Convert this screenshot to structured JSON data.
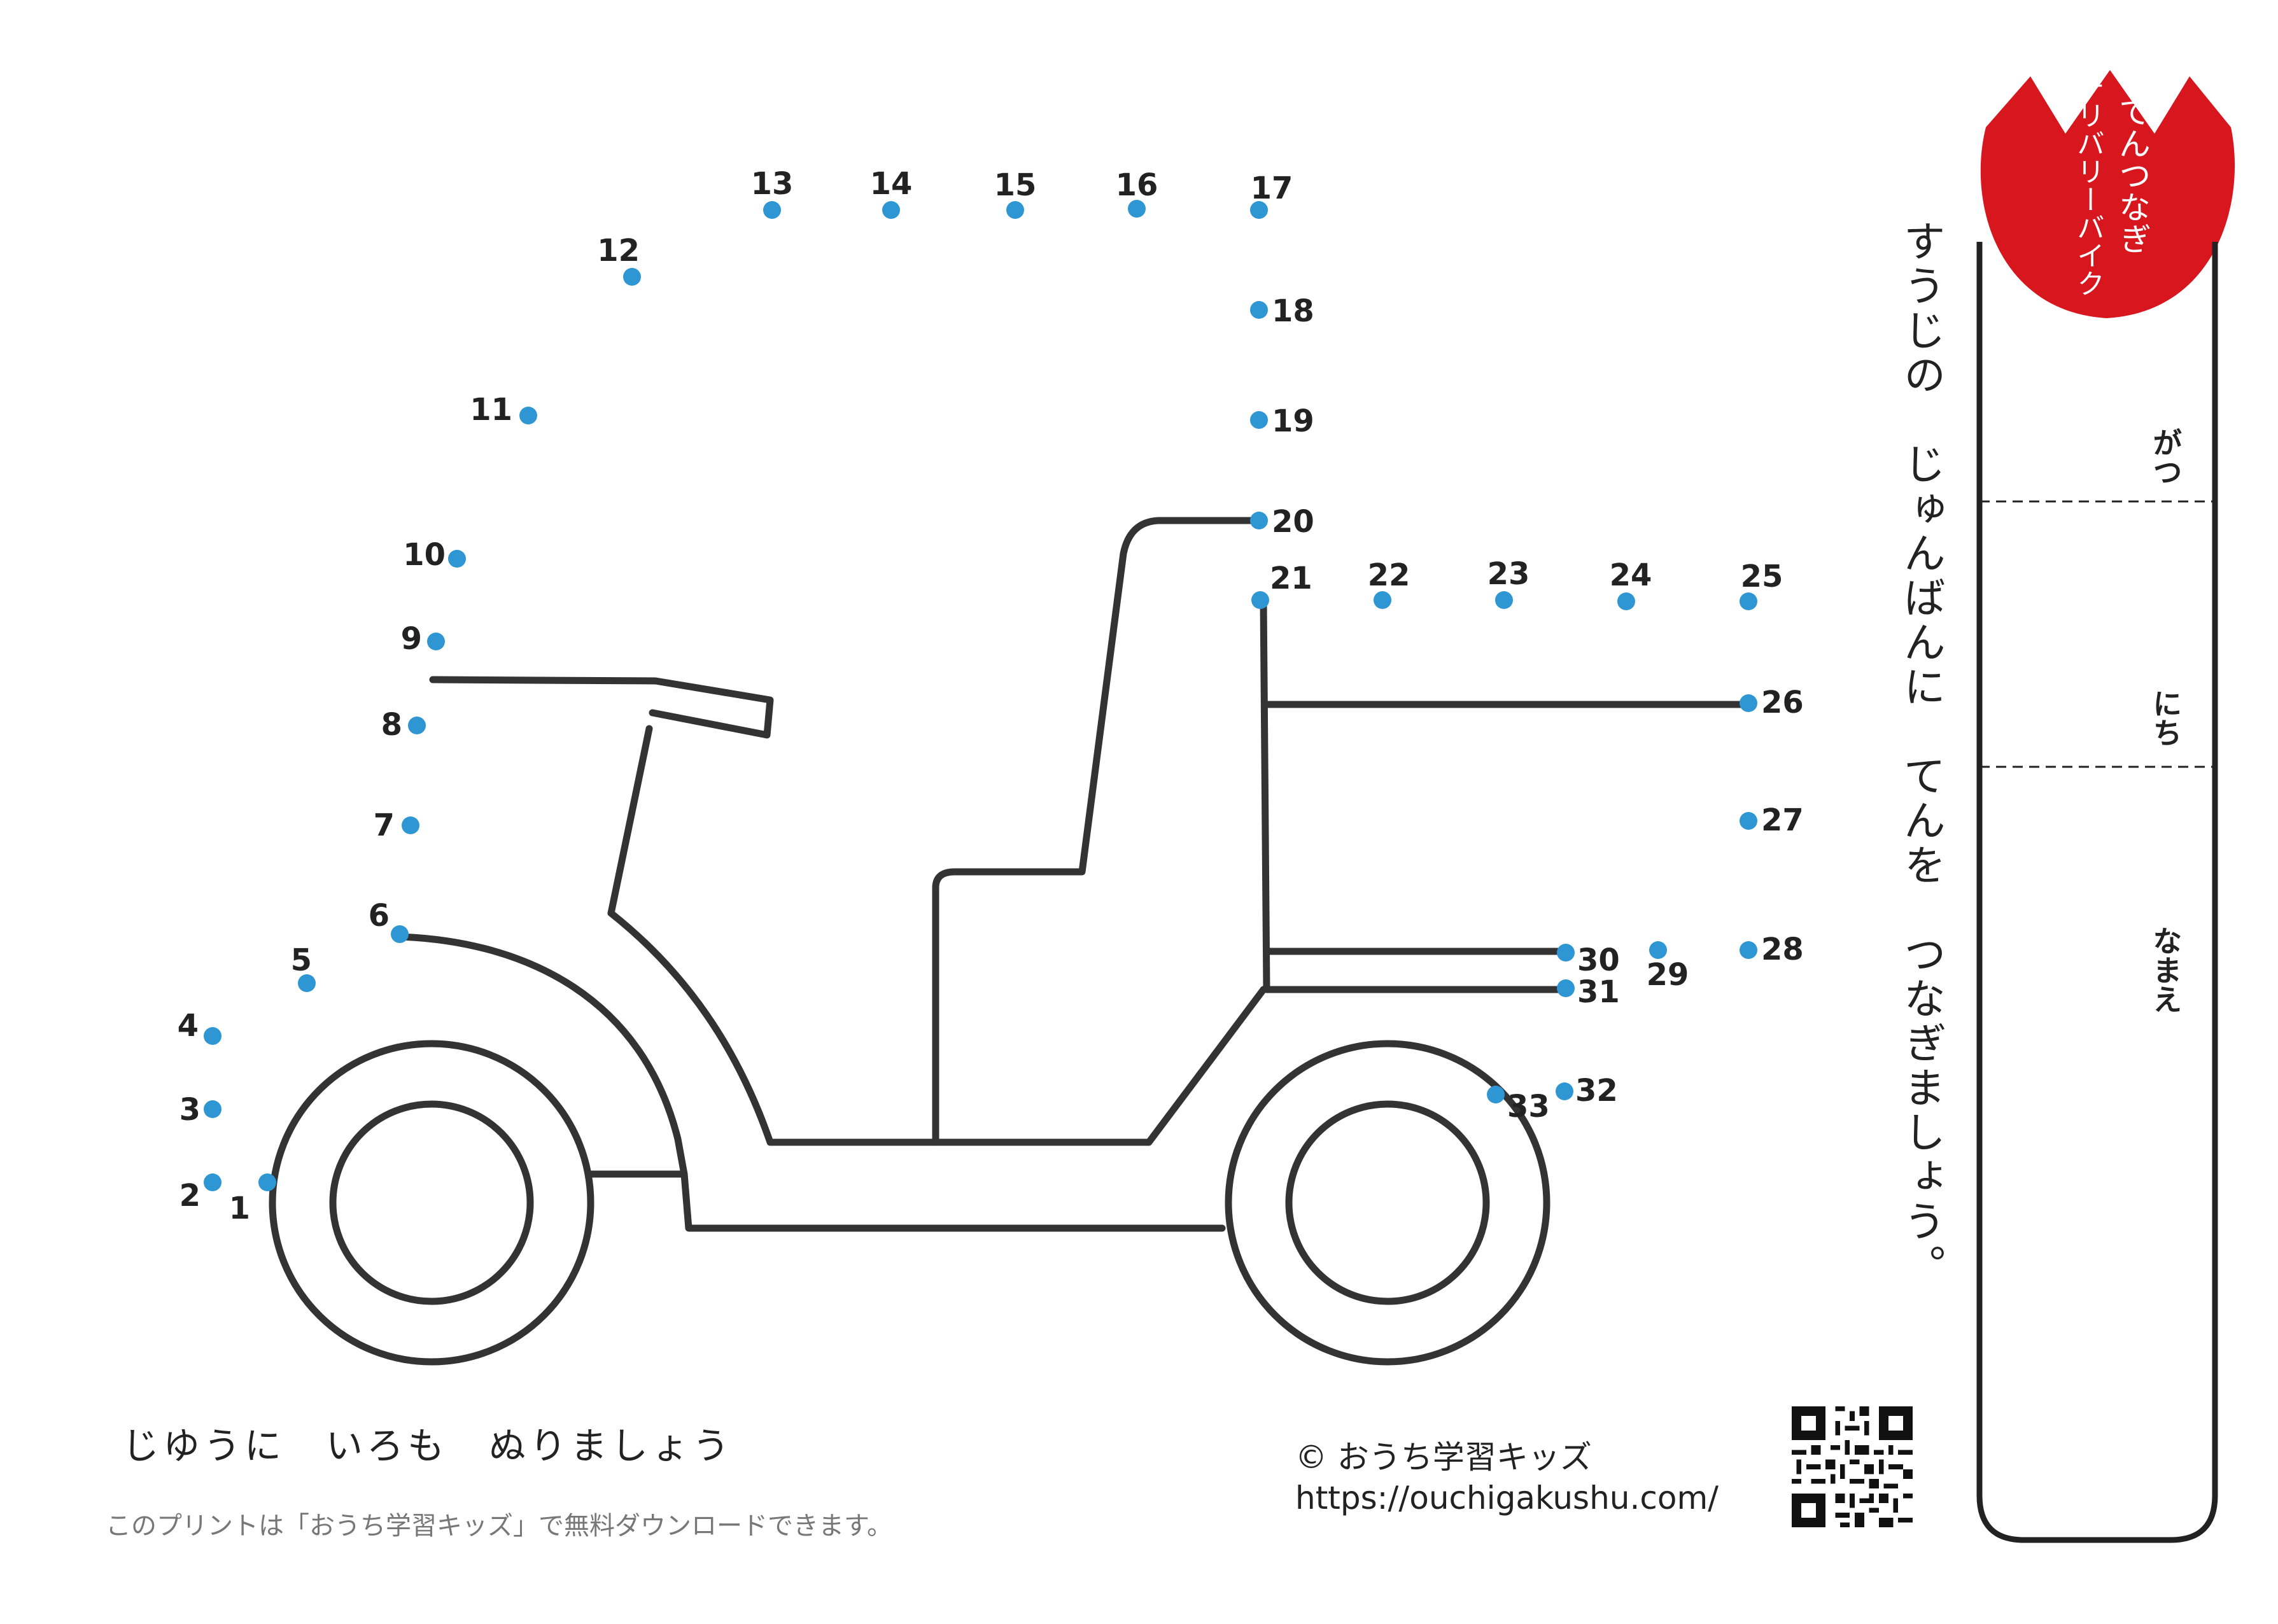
{
  "title": {
    "line1": "てんつなぎ",
    "line2": "デリバリーバイク",
    "badge_color": "#d7161e"
  },
  "instruction": "すうじの　じゅんばんに　てんを　つなぎましょう。",
  "labels": {
    "month": "がつ",
    "day": "にち",
    "name": "なまえ"
  },
  "footer": {
    "color_text": "じゆうに　いろも　ぬりましょう",
    "note": "このプリントは「おうち学習キッズ」で無料ダウンロードできます。",
    "copyright": "© おうち学習キッズ",
    "url": "https://ouchigakushu.com/"
  },
  "icons": {
    "qr": "qr-code-icon",
    "badge": "tulip-badge-icon"
  },
  "dot_color": "#2e96d3",
  "dots": [
    {
      "n": "1"
    },
    {
      "n": "2"
    },
    {
      "n": "3"
    },
    {
      "n": "4"
    },
    {
      "n": "5"
    },
    {
      "n": "6"
    },
    {
      "n": "7"
    },
    {
      "n": "8"
    },
    {
      "n": "9"
    },
    {
      "n": "10"
    },
    {
      "n": "11"
    },
    {
      "n": "12"
    },
    {
      "n": "13"
    },
    {
      "n": "14"
    },
    {
      "n": "15"
    },
    {
      "n": "16"
    },
    {
      "n": "17"
    },
    {
      "n": "18"
    },
    {
      "n": "19"
    },
    {
      "n": "20"
    },
    {
      "n": "21"
    },
    {
      "n": "22"
    },
    {
      "n": "23"
    },
    {
      "n": "24"
    },
    {
      "n": "25"
    },
    {
      "n": "26"
    },
    {
      "n": "27"
    },
    {
      "n": "28"
    },
    {
      "n": "29"
    },
    {
      "n": "30"
    },
    {
      "n": "31"
    },
    {
      "n": "32"
    },
    {
      "n": "33"
    }
  ]
}
